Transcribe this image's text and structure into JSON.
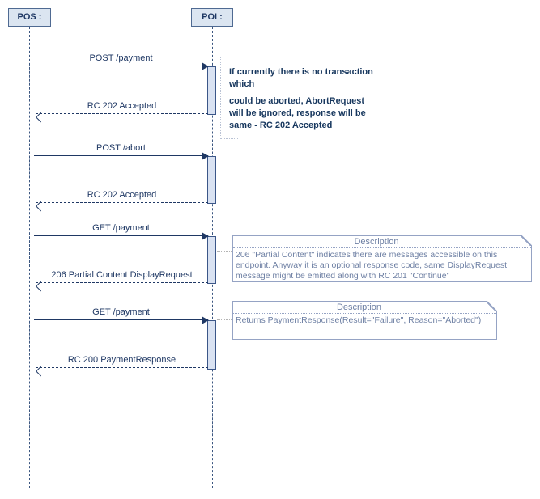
{
  "diagram_type": "uml-sequence",
  "actors": [
    {
      "label": "POS :"
    },
    {
      "label": "POI :"
    }
  ],
  "messages": [
    {
      "label": "POST /payment",
      "type": "request",
      "from": "POS",
      "to": "POI"
    },
    {
      "label": "RC 202 Accepted",
      "type": "return",
      "from": "POI",
      "to": "POS"
    },
    {
      "label": "POST /abort",
      "type": "request",
      "from": "POS",
      "to": "POI"
    },
    {
      "label": "RC 202 Accepted",
      "type": "return",
      "from": "POI",
      "to": "POS"
    },
    {
      "label": "GET /payment",
      "type": "request",
      "from": "POS",
      "to": "POI"
    },
    {
      "label": "206 Partial Content DisplayRequest",
      "type": "return",
      "from": "POI",
      "to": "POS"
    },
    {
      "label": "GET /payment",
      "type": "request",
      "from": "POS",
      "to": "POI"
    },
    {
      "label": "RC 200 PaymentResponse",
      "type": "return",
      "from": "POI",
      "to": "POS"
    }
  ],
  "notes": {
    "abort_note": {
      "para1": "If currently there is no transaction which",
      "para2": "could be aborted, AbortRequest will be ignored, response will be same - RC 202 Accepted"
    },
    "description_1": {
      "title": "Description",
      "body": "206 \"Partial Content\" indicates there are messages accessible on this endpoint. Anyway it is an optional response code, same DisplayRequest message might be emitted along with RC 201 \"Continue\""
    },
    "description_2": {
      "title": "Description",
      "body": "Returns PaymentResponse(Result=\"Failure\", Reason=\"Aborted\")"
    }
  },
  "colors": {
    "message_line": "#1f3864",
    "actor_fill": "#dbe5f1",
    "actor_border": "#4f6a92",
    "activation_fill": "#d9e2f2",
    "activation_border": "#3b5688",
    "note_border": "#95a3c4",
    "note_text": "#6d7fa3",
    "dotted_note_border": "#b9c2d4"
  }
}
